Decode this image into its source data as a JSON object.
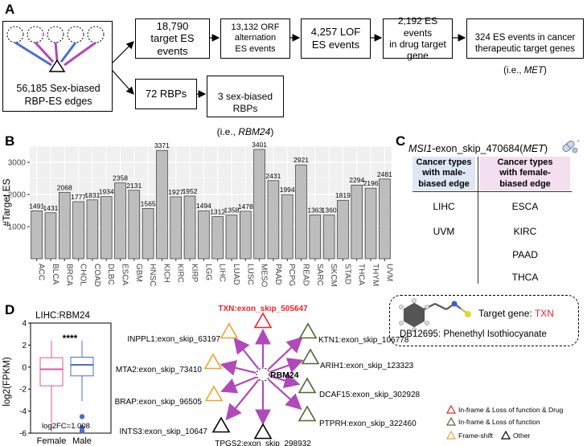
{
  "panels": {
    "a": "A",
    "b": "B",
    "c": "C",
    "d": "D"
  },
  "panel_a": {
    "source_label": "56,185 Sex-biased RBP-ES edges",
    "boxes": [
      "18,790\ntarget ES\nevents",
      "13,132 ORF\nalternation\nES events",
      "4,257 LOF\nES events",
      "2,192 ES events\nin drug target\ngene",
      "72 RBPs",
      "3 sex-biased\nRBPs"
    ],
    "box_324_main": "324 ES events in cancer\ntherapeutic target  genes",
    "box_324_ie": "(i.e., ",
    "box_324_gene": "MET",
    "box_324_close": ")",
    "rbp_ie": "(i.e., ",
    "rbp_gene": "RBM24",
    "rbp_close": ")"
  },
  "chart_data": {
    "type": "bar",
    "ylabel": "#Target ES",
    "ylim": [
      0,
      3500
    ],
    "yticks": [
      1000,
      2000,
      3000
    ],
    "categories": [
      "ACC",
      "BLCA",
      "BRCA",
      "CHOL",
      "COAD",
      "DLBC",
      "ESCA",
      "GBM",
      "HNSC",
      "KICH",
      "KIRC",
      "KIRP",
      "LGG",
      "LIHC",
      "LUAD",
      "LUSC",
      "MESO",
      "PAAD",
      "PCPG",
      "READ",
      "SARC",
      "SKCM",
      "STAD",
      "THCA",
      "THYM",
      "UVM"
    ],
    "values": [
      1491,
      1431,
      2068,
      1777,
      1831,
      1934,
      2358,
      2131,
      1565,
      3371,
      1927,
      1952,
      1494,
      1312,
      1358,
      1478,
      3401,
      2431,
      1994,
      2921,
      1363,
      1360,
      1819,
      2294,
      2196,
      2481
    ],
    "bar_color": "#bdbdbd",
    "grid": true
  },
  "panel_c": {
    "title_prefix": "MSI1",
    "title_mid": "-exon_skip_470684(",
    "title_gene": "MET",
    "title_close": ")",
    "male_header": "Cancer types\nwith male-\nbiased edge",
    "female_header": "Cancer types\nwith female-\nbiased edge",
    "male": [
      "LIHC",
      "UVM"
    ],
    "female": [
      "ESCA",
      "KIRC",
      "PAAD",
      "THCA"
    ],
    "male_color": "#dfe7f5",
    "female_color": "#f3dff0",
    "drug_target_label": "Target gene: ",
    "drug_target_gene": "TXN",
    "drug_name": "DB12695: Phenethyl Isothiocyanate"
  },
  "panel_d": {
    "boxplot": {
      "title": "LIHC:RBM24",
      "ylabel": "log2(FPKM)",
      "ylim": [
        -6,
        4
      ],
      "yticks": [
        -6,
        -4,
        -2,
        0,
        2,
        4
      ],
      "groups": [
        "Female",
        "Male"
      ],
      "female": {
        "min": -5.9,
        "q1": -1.7,
        "median": -0.2,
        "q3": 0.85,
        "max": 2.4,
        "color": "#e0559a"
      },
      "male": {
        "min": -3.1,
        "q1": -0.8,
        "median": 0.2,
        "q3": 0.9,
        "max": 2.4,
        "outliers": [
          -4.5,
          -5.5,
          -5.8
        ],
        "color": "#4a6fd0"
      },
      "significance": "****",
      "fc_label": "log2FC=1.008"
    },
    "network": {
      "center": "RBM24",
      "nodes": [
        {
          "label": "TXN:exon_skip_505647",
          "type": "drug",
          "color": "#e8262a"
        },
        {
          "label": "KTN1:exon_skip_106778",
          "type": "lof",
          "color": "#4a6a2e"
        },
        {
          "label": "ARIH1:exon_skip_123323",
          "type": "lof",
          "color": "#4a6a2e"
        },
        {
          "label": "DCAF15:exon_skip_302928",
          "type": "lof",
          "color": "#4a6a2e"
        },
        {
          "label": "PTPRH:exon_skip_322460",
          "type": "lof",
          "color": "#4a6a2e"
        },
        {
          "label": "TPGS2:exon_skip_298932",
          "type": "other",
          "color": "#000000"
        },
        {
          "label": "INTS3:exon_skip_10647",
          "type": "other",
          "color": "#000000"
        },
        {
          "label": "BRAP:exon_skip_96505",
          "type": "frameshift",
          "color": "#f0a22e"
        },
        {
          "label": "MTA2:exon_skip_73410",
          "type": "frameshift",
          "color": "#f0a22e"
        },
        {
          "label": "INPPL1:exon_skip_63197",
          "type": "frameshift",
          "color": "#f0a22e"
        }
      ],
      "edge_color": "#b04ab8",
      "legend": [
        {
          "label": "In-frame & Loss of function & Drug",
          "color": "#e8262a"
        },
        {
          "label": "In-frame & Loss of function",
          "color": "#4a6a2e"
        },
        {
          "label": "Frame-shift",
          "color": "#f0a22e"
        },
        {
          "label": "Other",
          "color": "#000000"
        }
      ]
    }
  }
}
